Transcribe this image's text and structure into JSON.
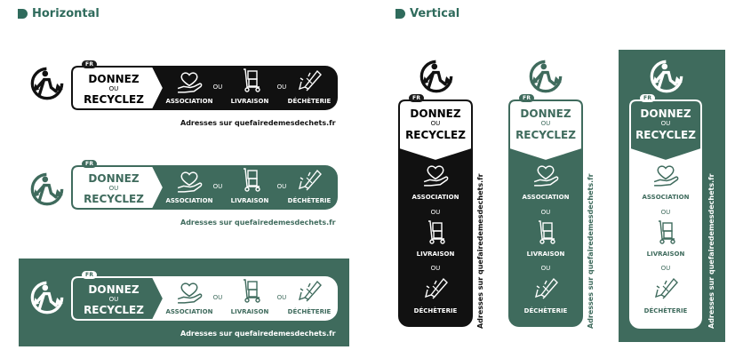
{
  "headings": {
    "horizontal": "Horizontal",
    "vertical": "Vertical"
  },
  "logo": {
    "fr": "FR",
    "donnez": "DONNEZ",
    "ou": "OU",
    "recyclez": "RECYCLEZ"
  },
  "options": {
    "association": "ASSOCIATION",
    "livraison": "LIVRAISON",
    "decheterie": "DÉCHÈTERIE",
    "or": "OU"
  },
  "address": "Adresses sur quefairedemesdechets.fr",
  "colors": {
    "green": "#3f6b5d",
    "black": "#111111",
    "white": "#ffffff",
    "accent": "#2f6b5c"
  },
  "icons": [
    "triman-icon",
    "heart-hand-icon",
    "hand-truck-icon",
    "bin-icon"
  ]
}
